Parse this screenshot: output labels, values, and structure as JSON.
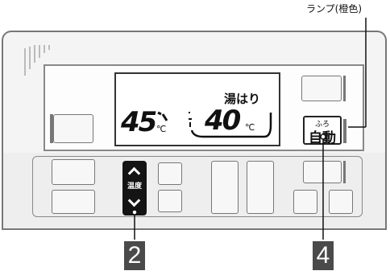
{
  "annotations": {
    "lamp_label": "ランプ(橙色)",
    "callout_2": "2",
    "callout_4": "4"
  },
  "display": {
    "status_text": "湯はり",
    "set_temp_left": "45",
    "set_temp_left_unit": "℃",
    "set_temp_right": "40",
    "set_temp_right_unit": "℃"
  },
  "buttons": {
    "temperature_label": "温度",
    "auto_small_label": "ふろ",
    "auto_label": "自動"
  },
  "colors": {
    "panel_border": "#777777",
    "panel_fill": "#f4f4f4",
    "button_dark": "#141414",
    "callout_fill": "#4a4a4a"
  }
}
